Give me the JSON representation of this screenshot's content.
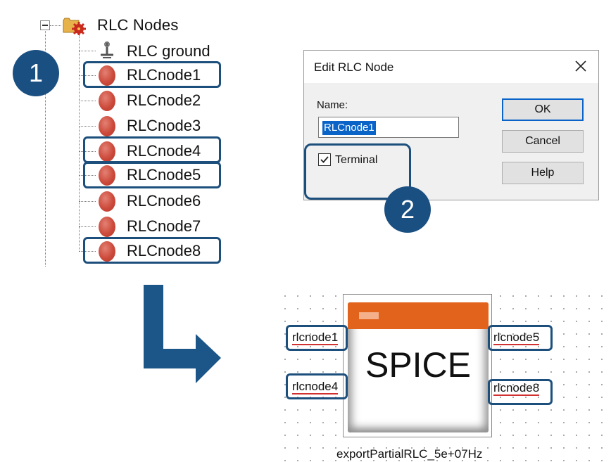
{
  "tree": {
    "root_label": "RLC Nodes",
    "items": [
      {
        "label": "RLC ground",
        "icon": "ground-icon",
        "highlighted": false
      },
      {
        "label": "RLCnode1",
        "icon": "node-icon",
        "highlighted": true
      },
      {
        "label": "RLCnode2",
        "icon": "node-icon",
        "highlighted": false
      },
      {
        "label": "RLCnode3",
        "icon": "node-icon",
        "highlighted": false
      },
      {
        "label": "RLCnode4",
        "icon": "node-icon",
        "highlighted": true
      },
      {
        "label": "RLCnode5",
        "icon": "node-icon",
        "highlighted": true
      },
      {
        "label": "RLCnode6",
        "icon": "node-icon",
        "highlighted": false
      },
      {
        "label": "RLCnode7",
        "icon": "node-icon",
        "highlighted": false
      },
      {
        "label": "RLCnode8",
        "icon": "node-icon",
        "highlighted": true
      }
    ]
  },
  "badges": {
    "one": "1",
    "two": "2"
  },
  "dialog": {
    "title": "Edit RLC Node",
    "name_label": "Name:",
    "name_value": "RLCnode1",
    "terminal_label": "Terminal",
    "terminal_checked": true,
    "ok_label": "OK",
    "cancel_label": "Cancel",
    "help_label": "Help"
  },
  "schematic": {
    "symbol_label": "SPICE",
    "component_label": "exportPartialRLC_5e+07Hz",
    "pins_left": [
      "rlcnode1",
      "rlcnode4"
    ],
    "pins_right": [
      "rlcnode5",
      "rlcnode8"
    ]
  },
  "colors": {
    "highlight": "#1d4f7c",
    "badge": "#1a4f82",
    "node": "#cc4a3b",
    "symbol_header": "#e2631c",
    "selection": "#0a64c8"
  }
}
